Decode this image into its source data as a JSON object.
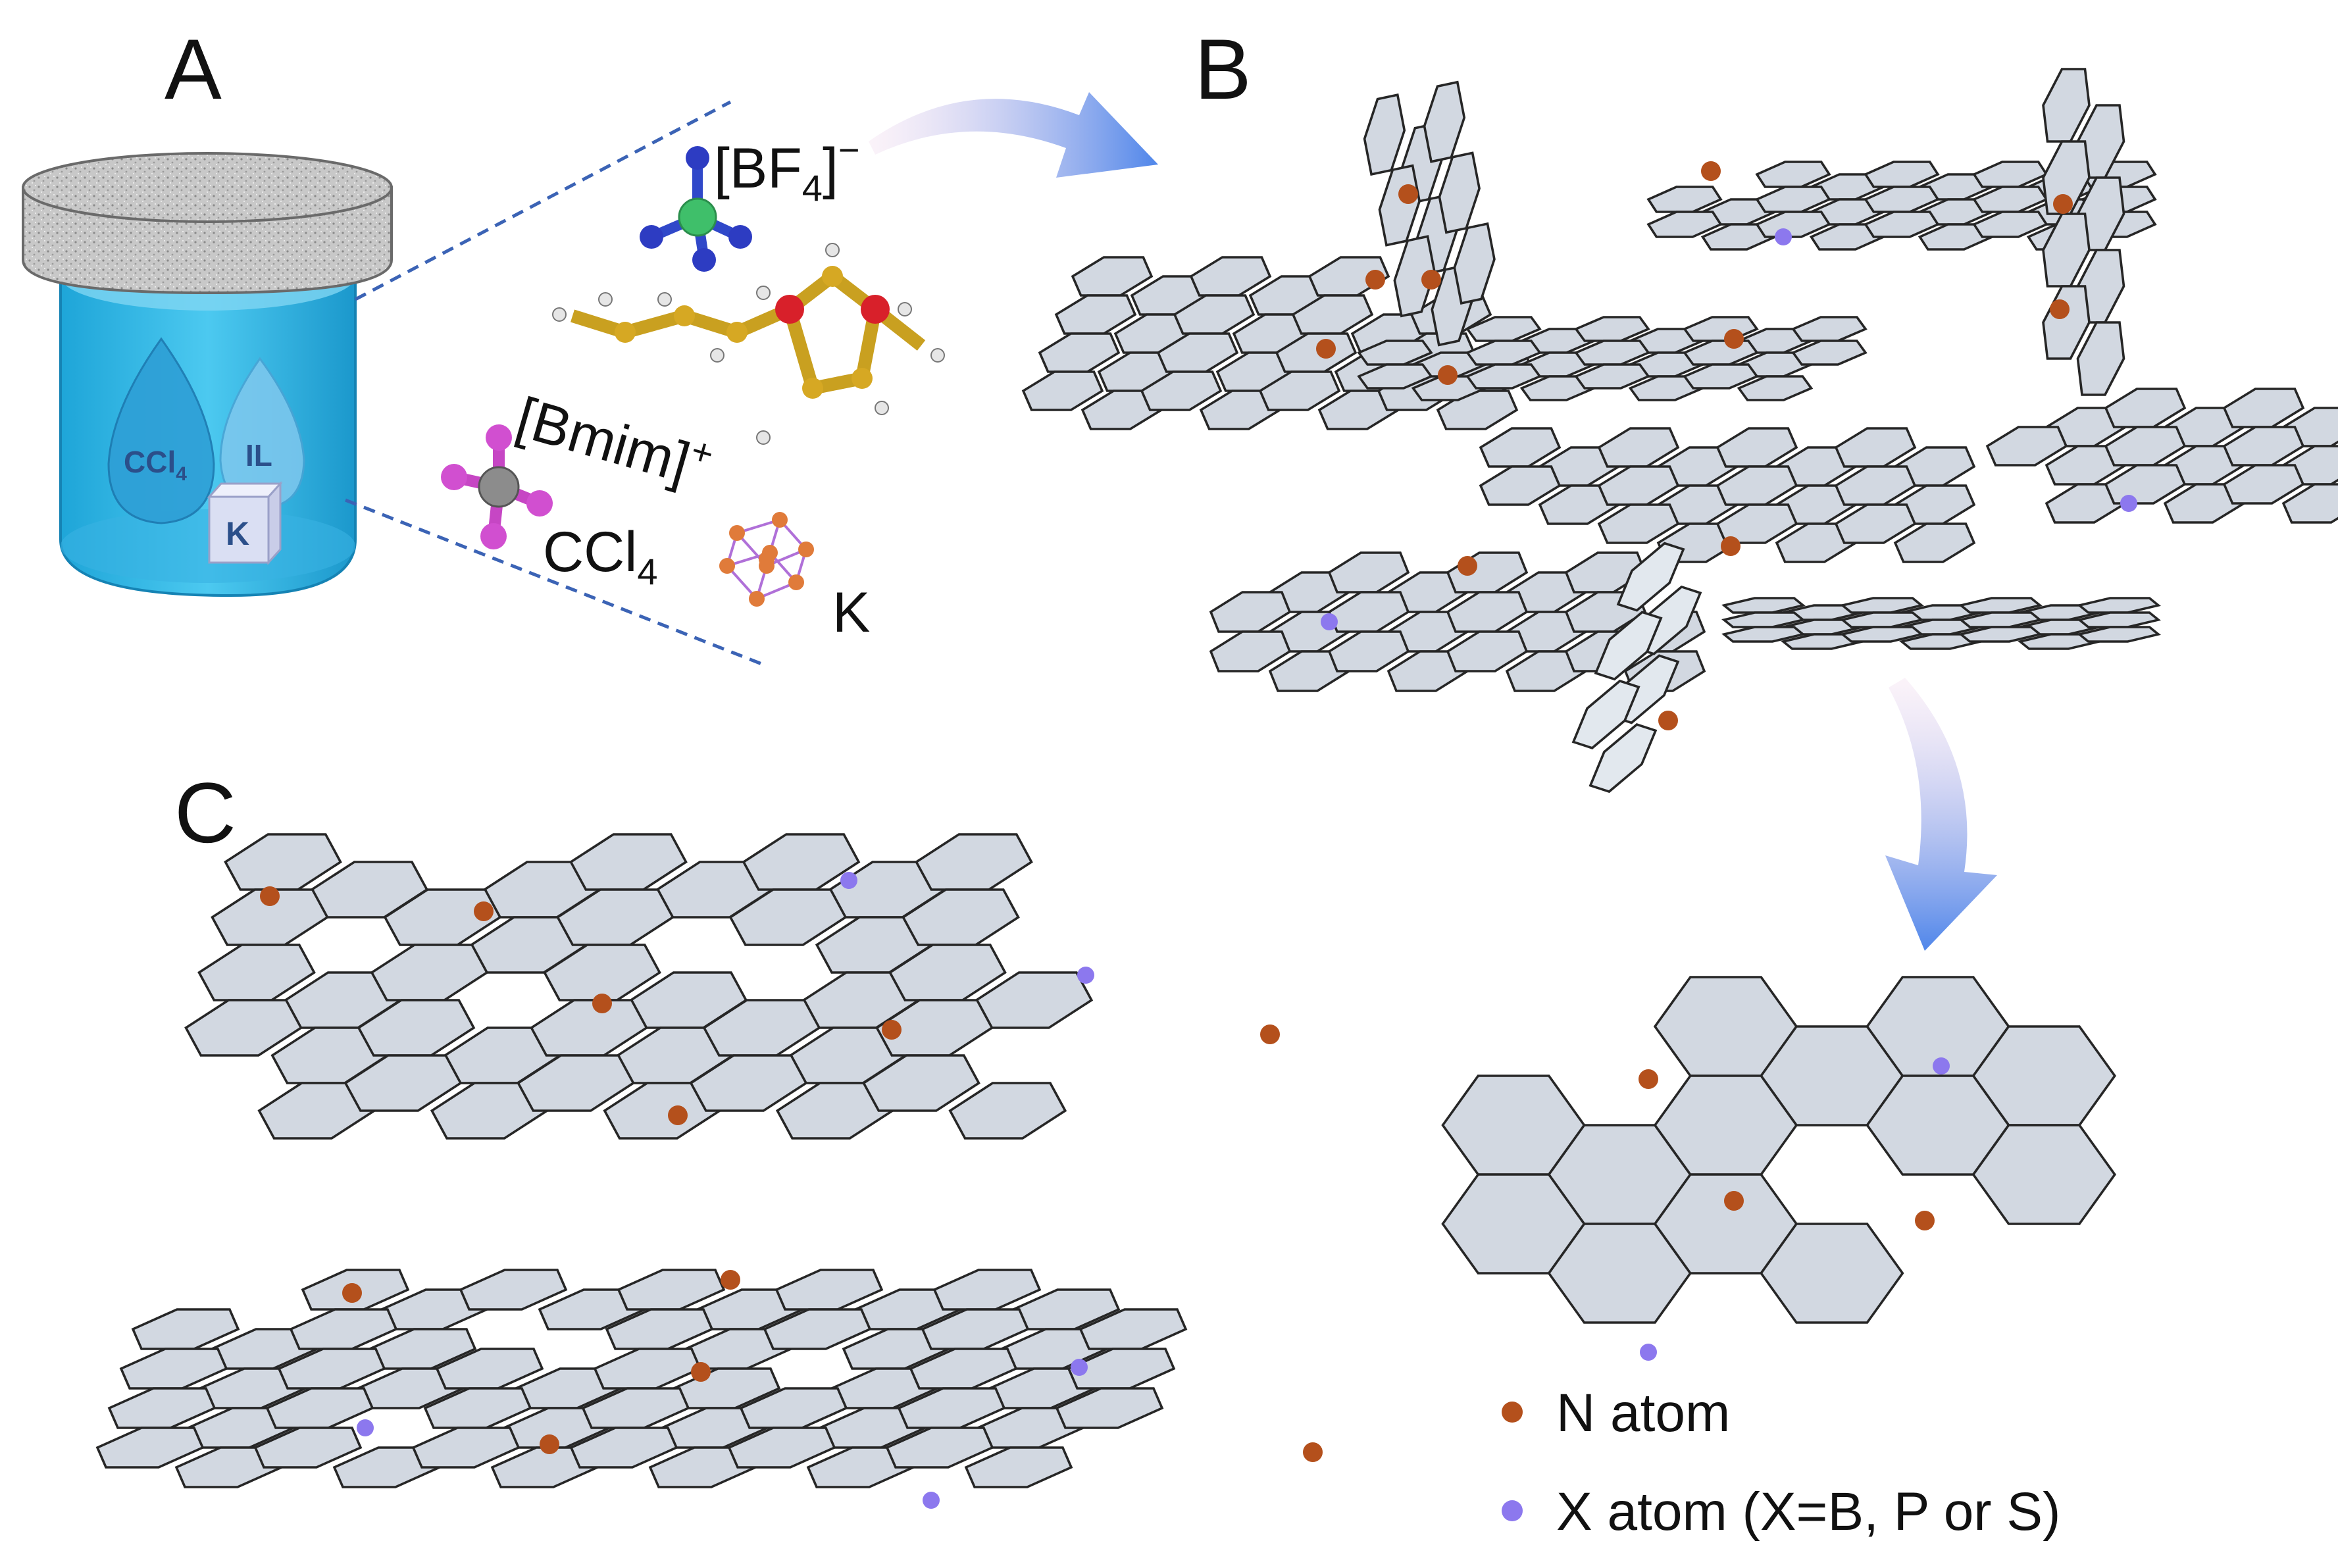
{
  "panels": {
    "a": "A",
    "b": "B",
    "c": "C"
  },
  "jar": {
    "drop1": "CCl",
    "drop1_sub": "4",
    "drop2": "IL",
    "cube": "K"
  },
  "molecules": {
    "anion_main": "[BF",
    "anion_sub": "4",
    "anion_close": "]",
    "anion_sup": "−",
    "cation_main": "[Bmim]",
    "cation_sup": "+",
    "ccl4_main": "CCl",
    "ccl4_sub": "4",
    "k": "K"
  },
  "legend": {
    "n_label": "N atom",
    "x_label": "X atom (X=B, P or S)"
  },
  "colors": {
    "n_atom": "#b4501c",
    "x_atom": "#8c78ee",
    "hex_fill": "#d2d8e1",
    "jar_liquid": "#29b7e8",
    "arrow": "#5d8fe8"
  }
}
